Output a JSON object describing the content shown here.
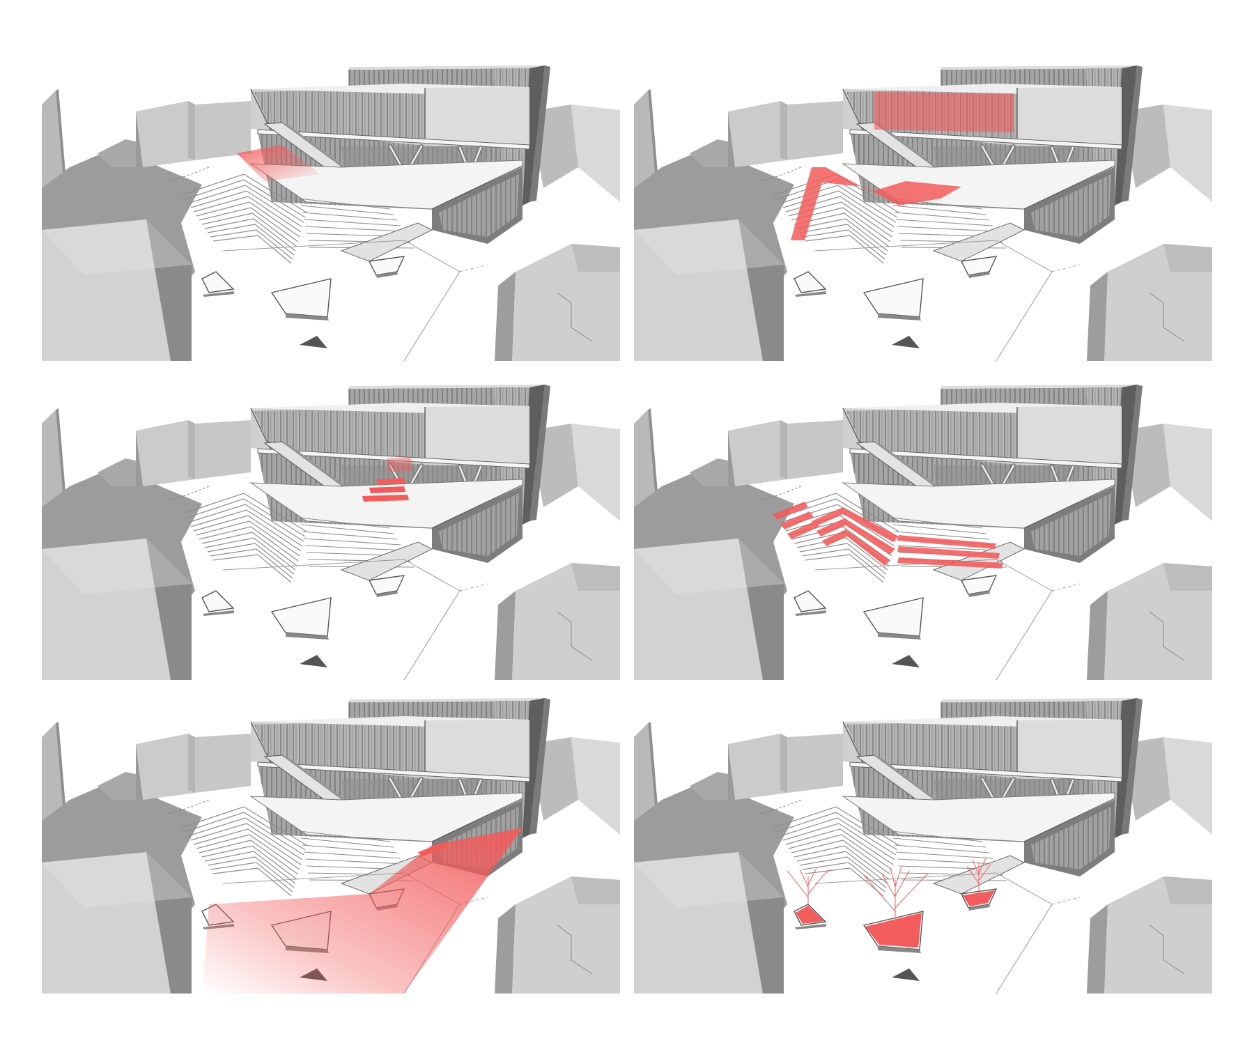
{
  "figure": {
    "panels": [
      {
        "id": "p1",
        "highlight": "entrance-ramp"
      },
      {
        "id": "p2",
        "highlight": "upper-volume-and-stair-path"
      },
      {
        "id": "p3",
        "highlight": "ground-floor-seating"
      },
      {
        "id": "p4",
        "highlight": "amphitheater-steps"
      },
      {
        "id": "p5",
        "highlight": "plaza-approach"
      },
      {
        "id": "p6",
        "highlight": "tree-planters"
      }
    ],
    "colors": {
      "highlight": "#f25c5c",
      "highlight_light": "#f9b3b3",
      "shadow_dark": "#8c8c8c",
      "mass_mid": "#c8c8c8",
      "mass_light": "#e6e6e6",
      "glass": "#9a9a9a",
      "line": "#555555"
    }
  }
}
